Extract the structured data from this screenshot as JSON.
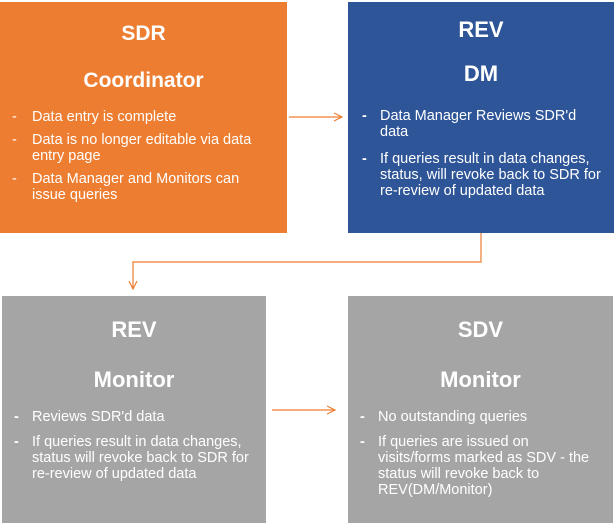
{
  "boxes": {
    "sdr": {
      "title_line1": "SDR",
      "title_line2": "Coordinator",
      "color": "#ed7d31",
      "items": [
        "Data entry is complete",
        "Data is no longer editable via data entry page",
        "Data Manager and Monitors can issue queries"
      ]
    },
    "rev_dm": {
      "title_line1": "REV",
      "title_line2": "DM",
      "color": "#2e5597",
      "items": [
        "Data Manager Reviews SDR'd data",
        "If queries result in data changes, status, will revoke back to SDR for re-review of updated data"
      ]
    },
    "rev_monitor": {
      "title_line1": "REV",
      "title_line2": "Monitor",
      "color": "#a5a5a5",
      "items": [
        "Reviews SDR'd data",
        "If queries result in data changes, status will revoke back to SDR for re-review of updated  data"
      ]
    },
    "sdv_monitor": {
      "title_line1": "SDV",
      "title_line2": "Monitor",
      "color": "#a5a5a5",
      "items": [
        "No outstanding queries",
        "If queries are issued on visits/forms marked as SDV - the status will revoke back to REV(DM/Monitor)"
      ]
    }
  },
  "bullet": "-",
  "connector_color": "#ed7d31"
}
